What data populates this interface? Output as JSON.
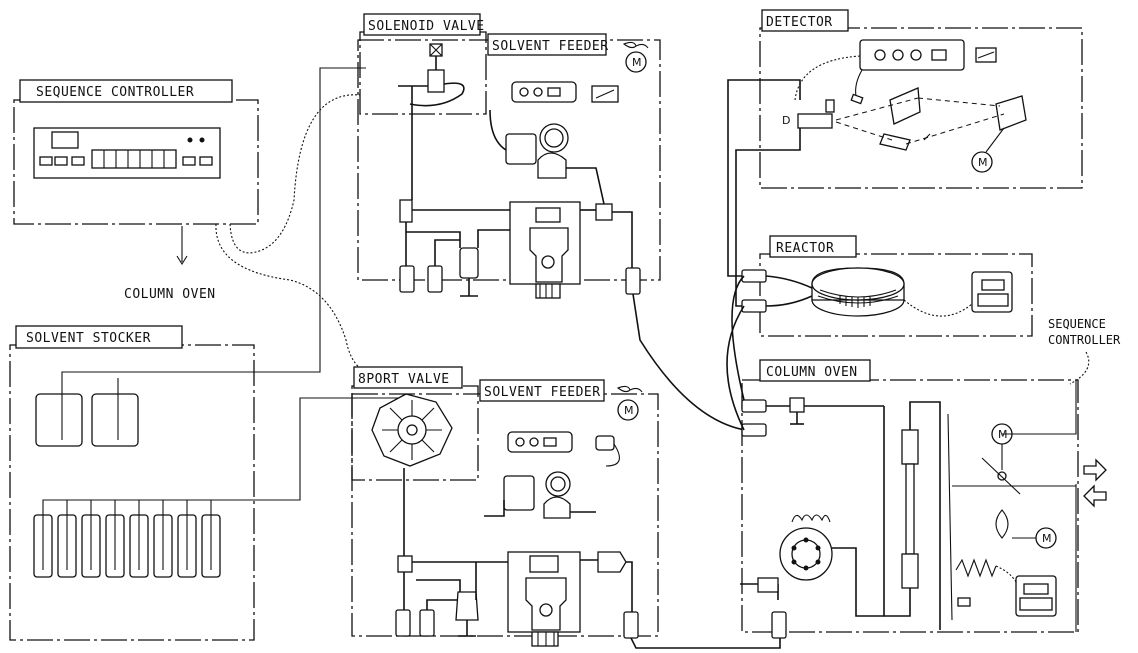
{
  "diagram": {
    "labels": {
      "sequence_controller": "SEQUENCE CONTROLLER",
      "column_oven_note": "COLUMN OVEN",
      "solvent_stocker": "SOLVENT STOCKER",
      "solenoid_valve": "SOLENOID VALVE",
      "solvent_feeder_top": "SOLVENT FEEDER",
      "eight_port_valve": "8PORT VALVE",
      "solvent_feeder_bottom": "SOLVENT FEEDER",
      "detector": "DETECTOR",
      "reactor": "REACTOR",
      "column_oven": "COLUMN OVEN",
      "sequence_controller_right_line1": "SEQUENCE",
      "sequence_controller_right_line2": "CONTROLLER"
    },
    "motor_symbol": "M"
  }
}
